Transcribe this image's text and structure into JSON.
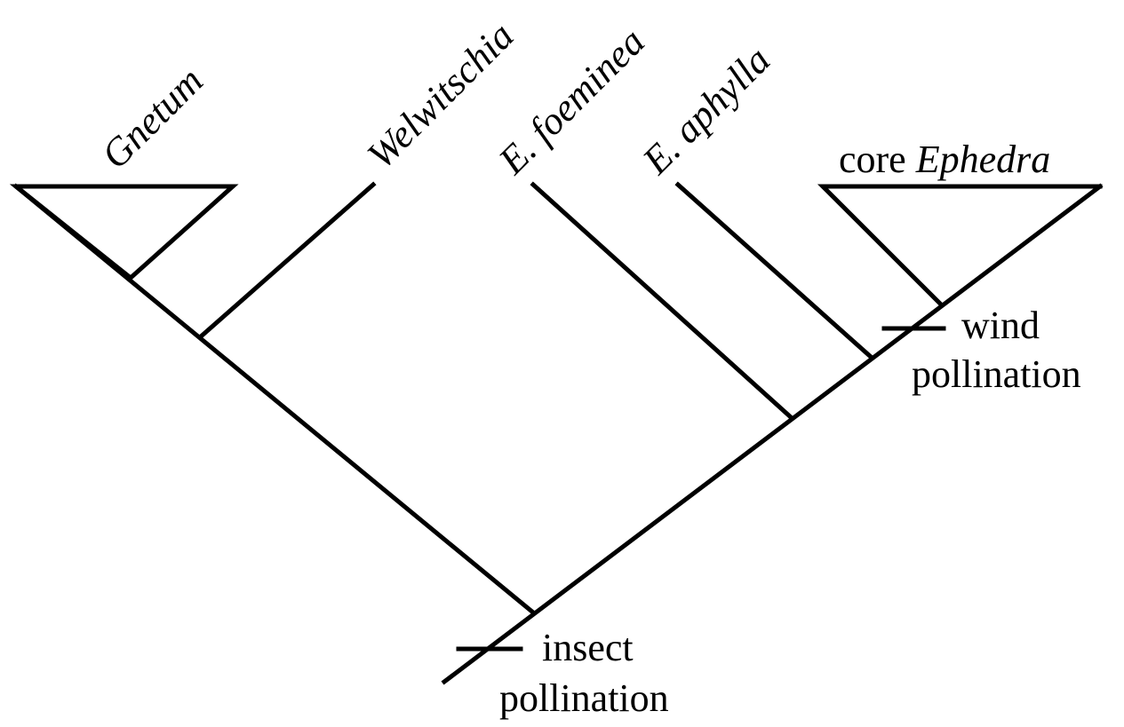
{
  "diagram": {
    "type": "phylogenetic-tree",
    "taxa": {
      "gnetum": "Gnetum",
      "welwitschia": "Welwitschia",
      "e_foeminea": "E. foeminea",
      "e_aphylla": "E. aphylla",
      "core_ephedra_prefix": "core",
      "core_ephedra_name": "Ephedra"
    },
    "traits": {
      "wind_line1": "wind",
      "wind_line2": "pollination",
      "insect_line1": "insect",
      "insect_line2": "pollination"
    },
    "colors": {
      "line": "#000000",
      "background": "#ffffff"
    }
  }
}
